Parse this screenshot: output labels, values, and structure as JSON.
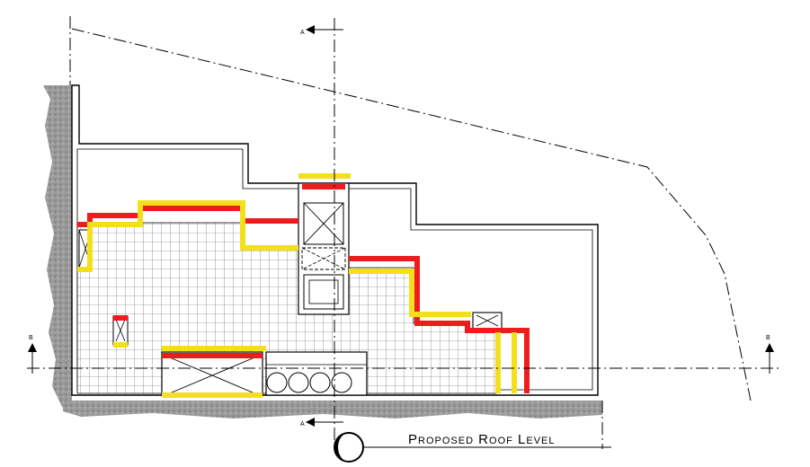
{
  "drawing": {
    "title": "Proposed Roof Level",
    "section_marks": {
      "a_top": "A",
      "a_bottom": "A",
      "b_left": "B",
      "b_right": "B"
    }
  },
  "colors": {
    "line": "#000000",
    "grid": "#555555",
    "red_outline": "#ee1c1c",
    "yellow_outline": "#f3e01b",
    "hatch": "#8a8a8a",
    "background": "#ffffff"
  }
}
